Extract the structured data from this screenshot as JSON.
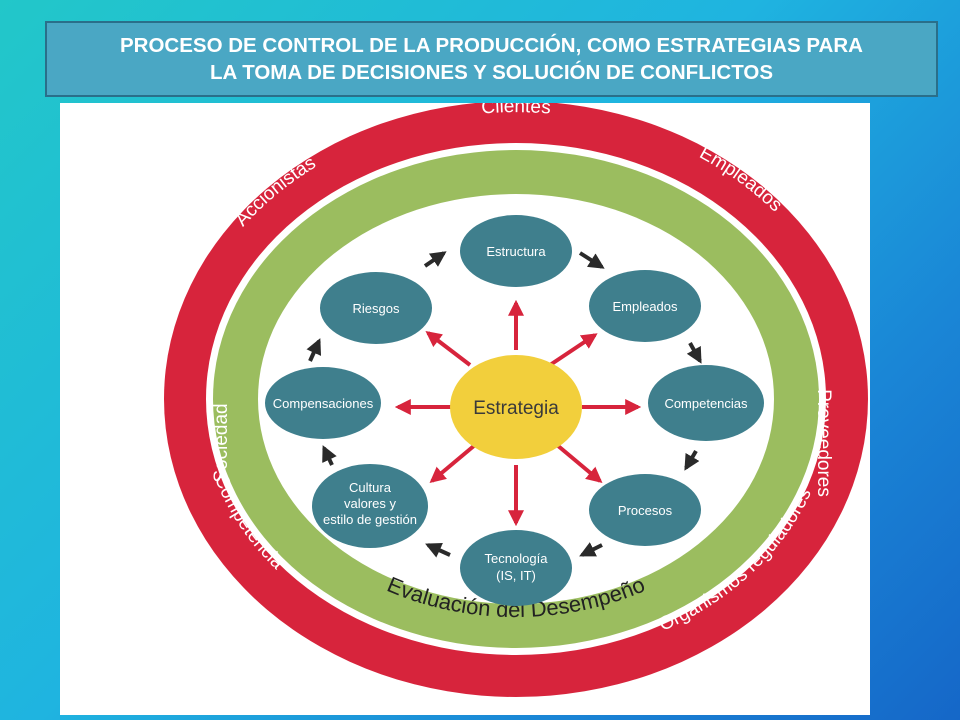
{
  "title": {
    "line1": "PROCESO DE CONTROL DE LA PRODUCCIÓN, COMO ESTRATEGIAS PARA",
    "line2": "LA TOMA DE DECISIONES Y SOLUCIÓN DE CONFLICTOS"
  },
  "outer_ring": {
    "color": "#d7243c",
    "labels": {
      "clientes": "Clientes",
      "empleados": "Empleados",
      "proveedores": "Proveedores",
      "organismos": "Organismos reguladores",
      "competencia": "Competencia",
      "sociedad": "Sociedad",
      "accionistas": "Accionistas"
    }
  },
  "middle_ring": {
    "color": "#9bbd5f",
    "label": "Evaluación del Desempeño"
  },
  "center": {
    "label": "Estrategia",
    "color": "#f2cf3c"
  },
  "nodes": {
    "color": "#3f7f8d",
    "estructura": "Estructura",
    "empleados": "Empleados",
    "competencias": "Competencias",
    "procesos": "Procesos",
    "tecnologia_1": "Tecnología",
    "tecnologia_2": "(IS, IT)",
    "cultura_1": "Cultura",
    "cultura_2": "valores y",
    "cultura_3": "estilo de gestión",
    "compensaciones": "Compensaciones",
    "riesgos": "Riesgos"
  },
  "arrow_colors": {
    "radial": "#d7243c",
    "cycle": "#2a2a2a"
  }
}
